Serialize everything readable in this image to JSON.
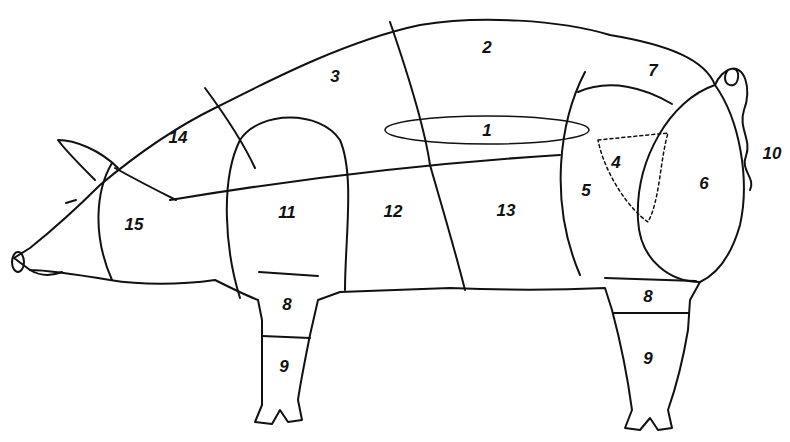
{
  "diagram": {
    "labels": [
      "2",
      "7",
      "3",
      "14",
      "1",
      "4",
      "10",
      "6",
      "15",
      "11",
      "12",
      "13",
      "5",
      "8",
      "8",
      "9",
      "9"
    ]
  }
}
